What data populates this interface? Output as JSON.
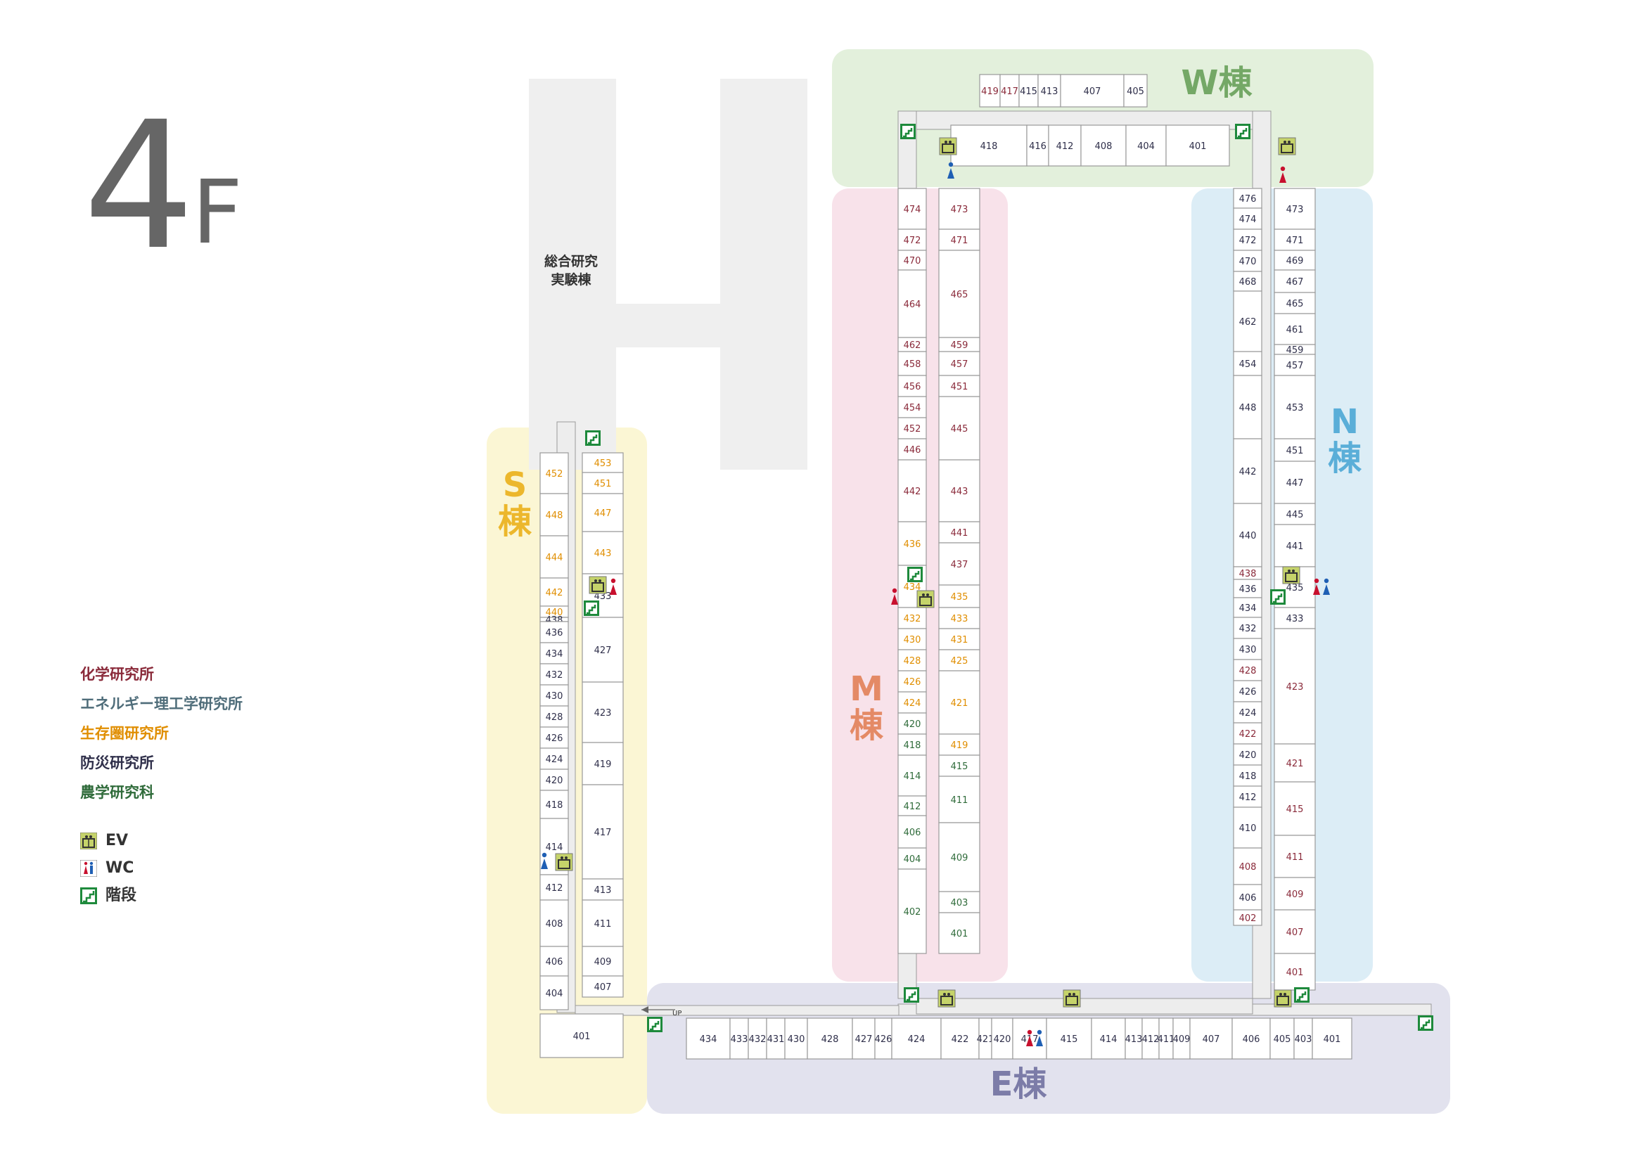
{
  "floor": {
    "number": "4",
    "unit": "F"
  },
  "colors": {
    "chem": "#8a2a3a",
    "energy": "#4f6d7a",
    "survive": "#e08e00",
    "disaster": "#2f2f4a",
    "agri": "#2f6b3a",
    "wing_w": "#e3f0dc",
    "wing_m": "#f8e2ea",
    "wing_n": "#dcedf6",
    "wing_s": "#fbf6d4",
    "wing_e": "#e2e2ee",
    "hbuilding": "#efefef",
    "ev_green": "#c5d36a",
    "stair_green": "#1e8a3c"
  },
  "h_building": {
    "label_1": "総合研究",
    "label_2": "実験棟"
  },
  "wings": {
    "W": {
      "label": "W棟",
      "color": "#74a866"
    },
    "M": {
      "label": "M棟",
      "color": "#e48a66"
    },
    "N": {
      "label": "N棟",
      "color": "#5aaed8"
    },
    "S": {
      "label": "S棟",
      "color": "#ecb72c"
    },
    "E": {
      "label": "E棟",
      "color": "#7c7ca8"
    }
  },
  "up_label": "UP",
  "legend": {
    "institutes": [
      {
        "label": "化学研究所",
        "color": "#8a2a3a"
      },
      {
        "label": "エネルギー理工学研究所",
        "color": "#4f6d7a"
      },
      {
        "label": "生存圏研究所",
        "color": "#e08e00"
      },
      {
        "label": "防災研究所",
        "color": "#2f2f4a"
      },
      {
        "label": "農学研究科",
        "color": "#2f6b3a"
      }
    ],
    "symbols": [
      {
        "label": "EV",
        "icon": "elevator-icon"
      },
      {
        "label": "WC",
        "icon": "restroom-icon"
      },
      {
        "label": "階段",
        "icon": "stairs-icon"
      }
    ]
  },
  "rooms": {
    "w_top": [
      {
        "n": "419",
        "c": "chem"
      },
      {
        "n": "417",
        "c": "chem"
      },
      {
        "n": "415",
        "c": "disaster"
      },
      {
        "n": "413",
        "c": "disaster"
      },
      {
        "n": "407",
        "c": "disaster"
      },
      {
        "n": "405",
        "c": "disaster"
      }
    ],
    "w_mid": [
      {
        "n": "418",
        "c": "disaster"
      },
      {
        "n": "416",
        "c": "disaster"
      },
      {
        "n": "412",
        "c": "disaster"
      },
      {
        "n": "408",
        "c": "disaster"
      },
      {
        "n": "404",
        "c": "disaster"
      },
      {
        "n": "401",
        "c": "disaster"
      }
    ],
    "m_left": [
      {
        "n": "474",
        "c": "chem"
      },
      {
        "n": "472",
        "c": "chem"
      },
      {
        "n": "470",
        "c": "chem"
      },
      {
        "n": "464",
        "c": "chem"
      },
      {
        "n": "462",
        "c": "chem"
      },
      {
        "n": "458",
        "c": "chem"
      },
      {
        "n": "456",
        "c": "chem"
      },
      {
        "n": "454",
        "c": "chem"
      },
      {
        "n": "452",
        "c": "chem"
      },
      {
        "n": "446",
        "c": "chem"
      },
      {
        "n": "442",
        "c": "chem"
      },
      {
        "n": "436",
        "c": "survive"
      },
      {
        "n": "434",
        "c": "survive"
      },
      {
        "n": "432",
        "c": "survive"
      },
      {
        "n": "430",
        "c": "survive"
      },
      {
        "n": "428",
        "c": "survive"
      },
      {
        "n": "426",
        "c": "survive"
      },
      {
        "n": "424",
        "c": "survive"
      },
      {
        "n": "420",
        "c": "agri"
      },
      {
        "n": "418",
        "c": "agri"
      },
      {
        "n": "414",
        "c": "agri"
      },
      {
        "n": "412",
        "c": "agri"
      },
      {
        "n": "406",
        "c": "agri"
      },
      {
        "n": "404",
        "c": "agri"
      },
      {
        "n": "402",
        "c": "agri"
      }
    ],
    "m_right": [
      {
        "n": "473",
        "c": "chem"
      },
      {
        "n": "471",
        "c": "chem"
      },
      {
        "n": "465",
        "c": "chem"
      },
      {
        "n": "459",
        "c": "chem"
      },
      {
        "n": "457",
        "c": "chem"
      },
      {
        "n": "451",
        "c": "chem"
      },
      {
        "n": "445",
        "c": "chem"
      },
      {
        "n": "443",
        "c": "chem"
      },
      {
        "n": "441",
        "c": "chem"
      },
      {
        "n": "437",
        "c": "chem"
      },
      {
        "n": "435",
        "c": "survive"
      },
      {
        "n": "433",
        "c": "survive"
      },
      {
        "n": "431",
        "c": "survive"
      },
      {
        "n": "425",
        "c": "survive"
      },
      {
        "n": "421",
        "c": "survive"
      },
      {
        "n": "419",
        "c": "survive"
      },
      {
        "n": "415",
        "c": "agri"
      },
      {
        "n": "411",
        "c": "agri"
      },
      {
        "n": "409",
        "c": "agri"
      },
      {
        "n": "403",
        "c": "agri"
      },
      {
        "n": "401",
        "c": "agri"
      }
    ],
    "n_left": [
      {
        "n": "476",
        "c": "disaster"
      },
      {
        "n": "474",
        "c": "disaster"
      },
      {
        "n": "472",
        "c": "disaster"
      },
      {
        "n": "470",
        "c": "disaster"
      },
      {
        "n": "468",
        "c": "disaster"
      },
      {
        "n": "462",
        "c": "disaster"
      },
      {
        "n": "454",
        "c": "disaster"
      },
      {
        "n": "448",
        "c": "disaster"
      },
      {
        "n": "442",
        "c": "disaster"
      },
      {
        "n": "440",
        "c": "disaster"
      },
      {
        "n": "438",
        "c": "chem"
      },
      {
        "n": "436",
        "c": "disaster"
      },
      {
        "n": "434",
        "c": "disaster"
      },
      {
        "n": "432",
        "c": "disaster"
      },
      {
        "n": "430",
        "c": "disaster"
      },
      {
        "n": "428",
        "c": "chem"
      },
      {
        "n": "426",
        "c": "disaster"
      },
      {
        "n": "424",
        "c": "disaster"
      },
      {
        "n": "422",
        "c": "chem"
      },
      {
        "n": "420",
        "c": "disaster"
      },
      {
        "n": "418",
        "c": "disaster"
      },
      {
        "n": "412",
        "c": "disaster"
      },
      {
        "n": "410",
        "c": "disaster"
      },
      {
        "n": "408",
        "c": "chem"
      },
      {
        "n": "406",
        "c": "disaster"
      },
      {
        "n": "402",
        "c": "chem"
      }
    ],
    "n_right": [
      {
        "n": "473",
        "c": "disaster"
      },
      {
        "n": "471",
        "c": "disaster"
      },
      {
        "n": "469",
        "c": "disaster"
      },
      {
        "n": "467",
        "c": "disaster"
      },
      {
        "n": "465",
        "c": "disaster"
      },
      {
        "n": "461",
        "c": "disaster"
      },
      {
        "n": "459",
        "c": "disaster"
      },
      {
        "n": "457",
        "c": "disaster"
      },
      {
        "n": "453",
        "c": "disaster"
      },
      {
        "n": "451",
        "c": "disaster"
      },
      {
        "n": "447",
        "c": "disaster"
      },
      {
        "n": "445",
        "c": "disaster"
      },
      {
        "n": "441",
        "c": "disaster"
      },
      {
        "n": "435",
        "c": "disaster"
      },
      {
        "n": "433",
        "c": "disaster"
      },
      {
        "n": "423",
        "c": "chem"
      },
      {
        "n": "421",
        "c": "chem"
      },
      {
        "n": "415",
        "c": "chem"
      },
      {
        "n": "411",
        "c": "chem"
      },
      {
        "n": "409",
        "c": "chem"
      },
      {
        "n": "407",
        "c": "chem"
      },
      {
        "n": "401",
        "c": "chem"
      }
    ],
    "s_left": [
      {
        "n": "452",
        "c": "survive"
      },
      {
        "n": "448",
        "c": "survive"
      },
      {
        "n": "444",
        "c": "survive"
      },
      {
        "n": "442",
        "c": "survive"
      },
      {
        "n": "440",
        "c": "survive"
      },
      {
        "n": "438",
        "c": "disaster"
      },
      {
        "n": "436",
        "c": "disaster"
      },
      {
        "n": "434",
        "c": "disaster"
      },
      {
        "n": "432",
        "c": "disaster"
      },
      {
        "n": "430",
        "c": "disaster"
      },
      {
        "n": "428",
        "c": "disaster"
      },
      {
        "n": "426",
        "c": "disaster"
      },
      {
        "n": "424",
        "c": "disaster"
      },
      {
        "n": "420",
        "c": "disaster"
      },
      {
        "n": "418",
        "c": "disaster"
      },
      {
        "n": "414",
        "c": "disaster"
      },
      {
        "n": "412",
        "c": "disaster"
      },
      {
        "n": "408",
        "c": "disaster"
      },
      {
        "n": "406",
        "c": "disaster"
      },
      {
        "n": "404",
        "c": "disaster"
      }
    ],
    "s_right": [
      {
        "n": "453",
        "c": "survive"
      },
      {
        "n": "451",
        "c": "survive"
      },
      {
        "n": "447",
        "c": "survive"
      },
      {
        "n": "443",
        "c": "survive"
      },
      {
        "n": "433",
        "c": "disaster"
      },
      {
        "n": "427",
        "c": "disaster"
      },
      {
        "n": "423",
        "c": "disaster"
      },
      {
        "n": "419",
        "c": "disaster"
      },
      {
        "n": "417",
        "c": "disaster"
      },
      {
        "n": "413",
        "c": "disaster"
      },
      {
        "n": "411",
        "c": "disaster"
      },
      {
        "n": "409",
        "c": "disaster"
      },
      {
        "n": "407",
        "c": "disaster"
      }
    ],
    "s_bottom": [
      {
        "n": "401",
        "c": "disaster"
      }
    ],
    "e_row": [
      {
        "n": "434",
        "c": "disaster"
      },
      {
        "n": "433",
        "c": "disaster"
      },
      {
        "n": "432",
        "c": "disaster"
      },
      {
        "n": "431",
        "c": "disaster"
      },
      {
        "n": "430",
        "c": "disaster"
      },
      {
        "n": "428",
        "c": "disaster"
      },
      {
        "n": "427",
        "c": "disaster"
      },
      {
        "n": "426",
        "c": "disaster"
      },
      {
        "n": "424",
        "c": "disaster"
      },
      {
        "n": "422",
        "c": "disaster"
      },
      {
        "n": "421",
        "c": "disaster"
      },
      {
        "n": "420",
        "c": "disaster"
      },
      {
        "n": "417",
        "c": "disaster"
      },
      {
        "n": "415",
        "c": "disaster"
      },
      {
        "n": "414",
        "c": "disaster"
      },
      {
        "n": "413",
        "c": "disaster"
      },
      {
        "n": "412",
        "c": "disaster"
      },
      {
        "n": "411",
        "c": "disaster"
      },
      {
        "n": "409",
        "c": "disaster"
      },
      {
        "n": "407",
        "c": "disaster"
      },
      {
        "n": "406",
        "c": "disaster"
      },
      {
        "n": "405",
        "c": "disaster"
      },
      {
        "n": "403",
        "c": "disaster"
      },
      {
        "n": "401",
        "c": "disaster"
      }
    ]
  }
}
